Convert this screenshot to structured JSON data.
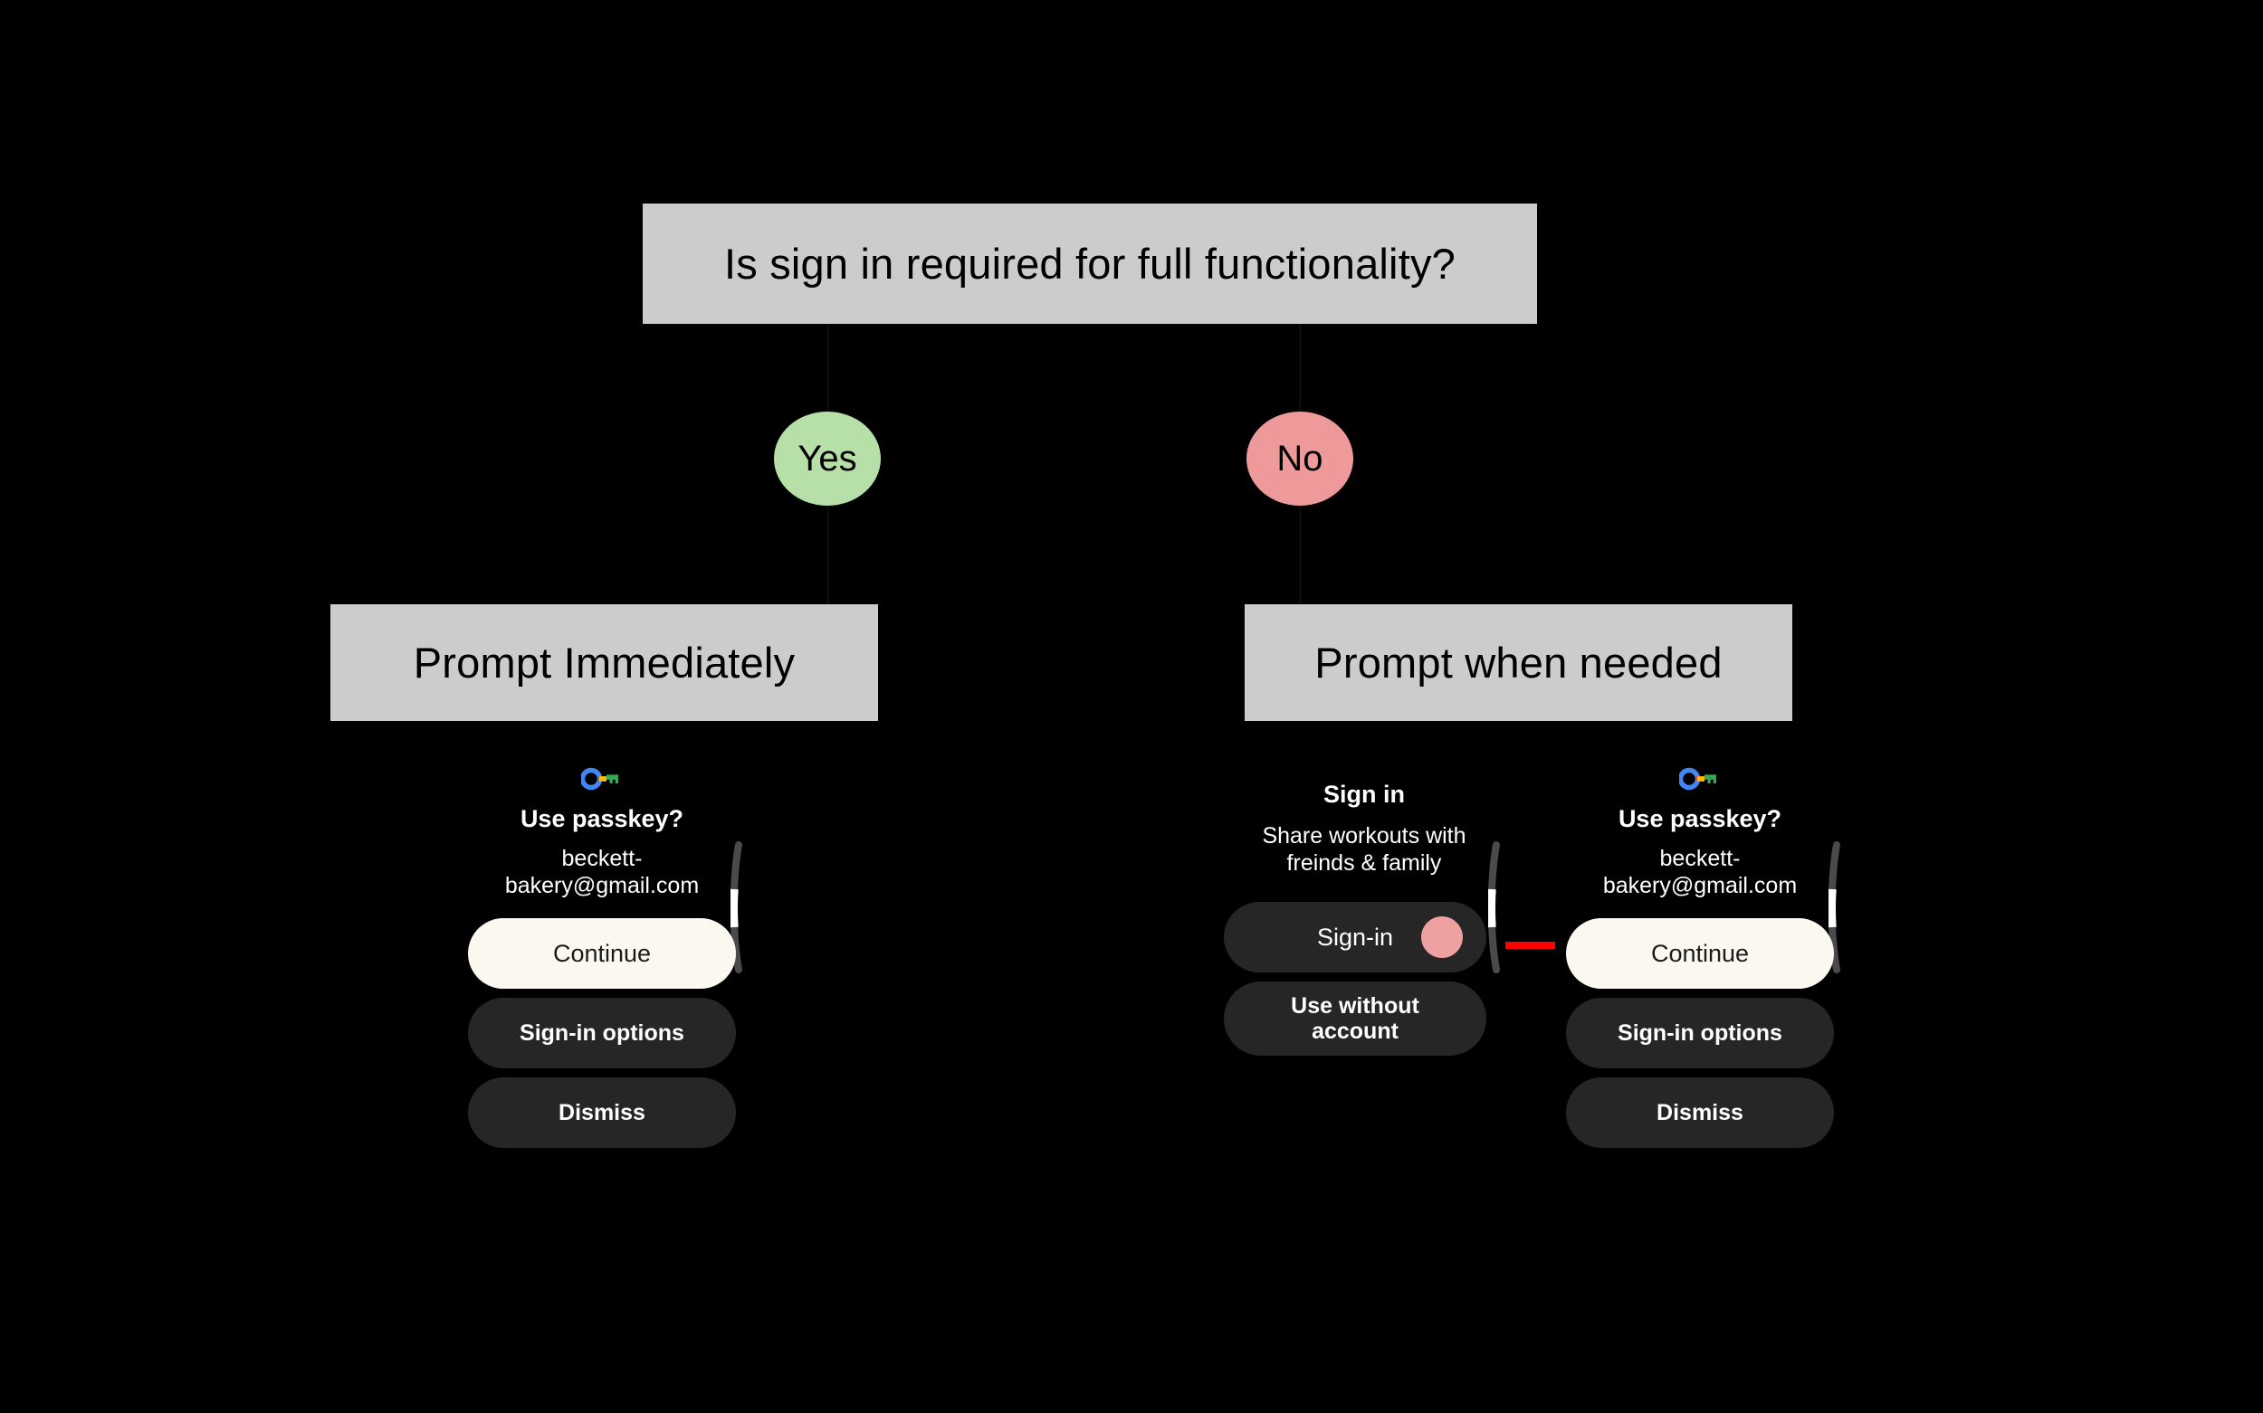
{
  "diagram": {
    "background_color": "#000000",
    "box_fill": "#cccccc",
    "decision_yes_color": "#b7dfa8",
    "decision_no_color": "#ef9a9a",
    "arrow_color": "#ff0000",
    "title": "Is sign in required for full functionality?",
    "branches": {
      "yes_label": "Yes",
      "no_label": "No",
      "yes_outcome": "Prompt Immediately",
      "no_outcome": "Prompt when needed"
    }
  },
  "mockups": {
    "passkey_left": {
      "icon": "google-passkey-key-icon",
      "title": "Use passkey?",
      "subtitle": "beckett-bakery@gmail.com",
      "buttons": [
        {
          "label": "Continue",
          "style": "primary"
        },
        {
          "label": "Sign-in options",
          "style": "secondary"
        },
        {
          "label": "Dismiss",
          "style": "secondary"
        }
      ]
    },
    "signin": {
      "title": "Sign in",
      "subtitle": "Share workouts with freinds & family",
      "buttons": [
        {
          "label": "Sign-in",
          "style": "secondary",
          "avatar_color": "#efa0a0"
        },
        {
          "label": "Use without account",
          "style": "secondary"
        }
      ]
    },
    "passkey_right": {
      "icon": "google-passkey-key-icon",
      "title": "Use passkey?",
      "subtitle": "beckett-bakery@gmail.com",
      "buttons": [
        {
          "label": "Continue",
          "style": "primary"
        },
        {
          "label": "Sign-in options",
          "style": "secondary"
        },
        {
          "label": "Dismiss",
          "style": "secondary"
        }
      ]
    }
  }
}
